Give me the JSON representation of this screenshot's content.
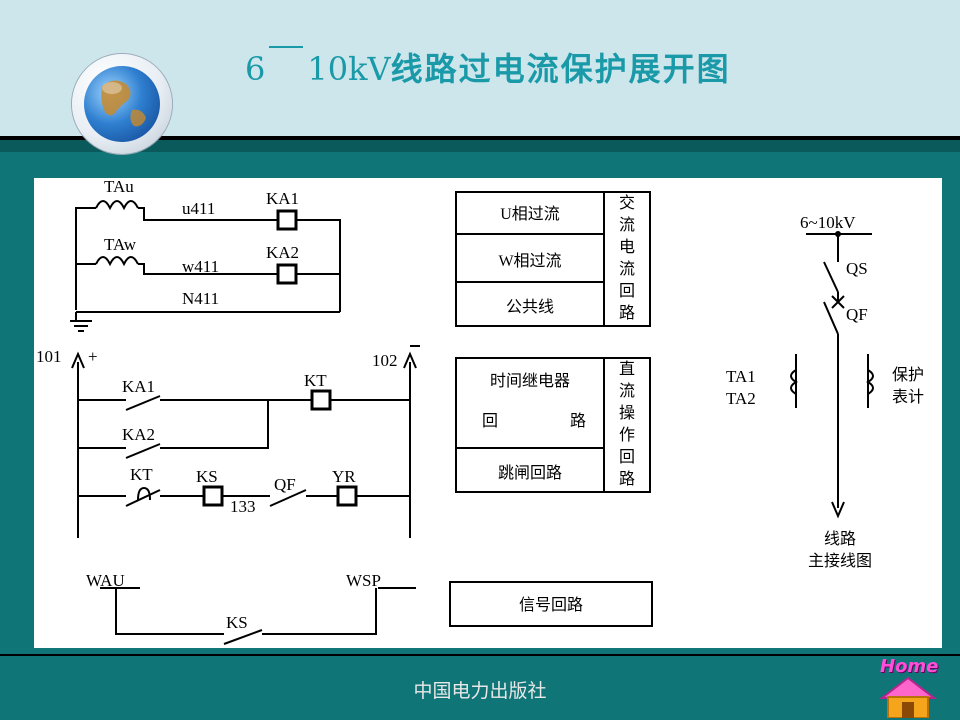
{
  "title": {
    "prefix": "6",
    "mid": "10kV",
    "cn": "线路过电流保护展开图"
  },
  "footer": {
    "publisher": "中国电力出版社"
  },
  "home_button": {
    "label": "Home"
  },
  "diagram": {
    "ct_circuit": {
      "tau": "TAu",
      "taw": "TAw",
      "u411": "u411",
      "w411": "w411",
      "n411": "N411",
      "ka1": "KA1",
      "ka2": "KA2"
    },
    "dc_circuit": {
      "bus_101": "101",
      "bus_101_sign": "+",
      "bus_102": "102",
      "bus_102_sign": "−",
      "ka1": "KA1",
      "ka2": "KA2",
      "kt_coil": "KT",
      "kt_contact": "KT",
      "ks": "KS",
      "qf": "QF",
      "yr": "YR",
      "wire_133": "133"
    },
    "signal_circuit": {
      "wau": "WAU",
      "wsp": "WSP",
      "ks": "KS"
    },
    "legend_ac": {
      "rows": [
        "U相过流",
        "W相过流",
        "公共线"
      ],
      "side": [
        "交",
        "流",
        "电",
        "流",
        "回",
        "路"
      ]
    },
    "legend_dc": {
      "row1_line1": "时间继电器",
      "row1_line2a": "回",
      "row1_line2b": "路",
      "row2": "跳闸回路",
      "side": [
        "直",
        "流",
        "操",
        "作",
        "回",
        "路"
      ]
    },
    "legend_signal": {
      "label": "信号回路"
    },
    "main_wiring": {
      "voltage": "6~10kV",
      "qs": "QS",
      "qf": "QF",
      "ta1": "TA1",
      "ta2": "TA2",
      "protect_l1": "保护",
      "protect_l2": "表计",
      "caption_l1": "线路",
      "caption_l2": "主接线图"
    }
  }
}
